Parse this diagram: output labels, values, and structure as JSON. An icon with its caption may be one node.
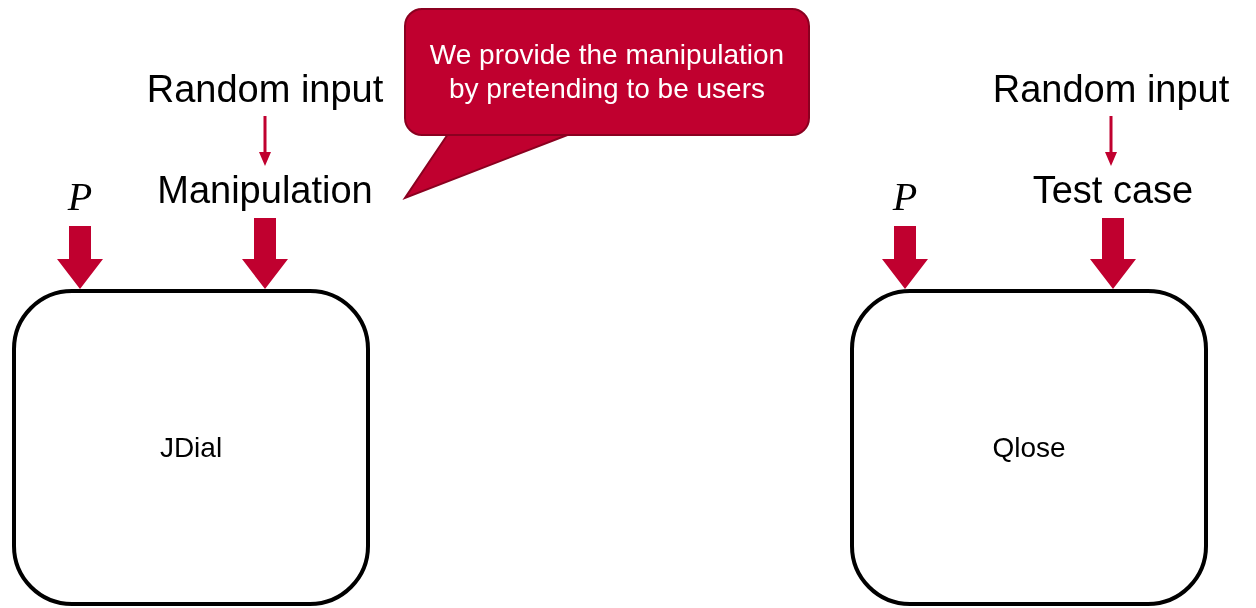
{
  "diagram": {
    "nodes": [
      {
        "text": [
          "Random input"
        ]
      },
      {
        "text": [
          "P"
        ]
      },
      {
        "text": [
          "Manipulation"
        ]
      },
      {
        "text": [
          "We provide the manipulation by pretending to be users"
        ]
      },
      {
        "text": [
          "JDial"
        ]
      },
      {
        "text": [
          "Random input"
        ]
      },
      {
        "text": [
          "P"
        ]
      },
      {
        "text": [
          "Test case"
        ]
      },
      {
        "text": [
          "Qlose"
        ]
      }
    ],
    "edges": [
      {
        "from": 0,
        "to": 2,
        "arrow": "to"
      },
      {
        "from": 1,
        "to": 4,
        "arrow": "to",
        "style": "thick"
      },
      {
        "from": 2,
        "to": 4,
        "arrow": "to",
        "style": "thick"
      },
      {
        "from": 3,
        "to": 2,
        "arrow": "none"
      },
      {
        "from": 5,
        "to": 7,
        "arrow": "to"
      },
      {
        "from": 6,
        "to": 8,
        "arrow": "to",
        "style": "thick"
      },
      {
        "from": 7,
        "to": 8,
        "arrow": "to",
        "style": "thick"
      }
    ]
  }
}
